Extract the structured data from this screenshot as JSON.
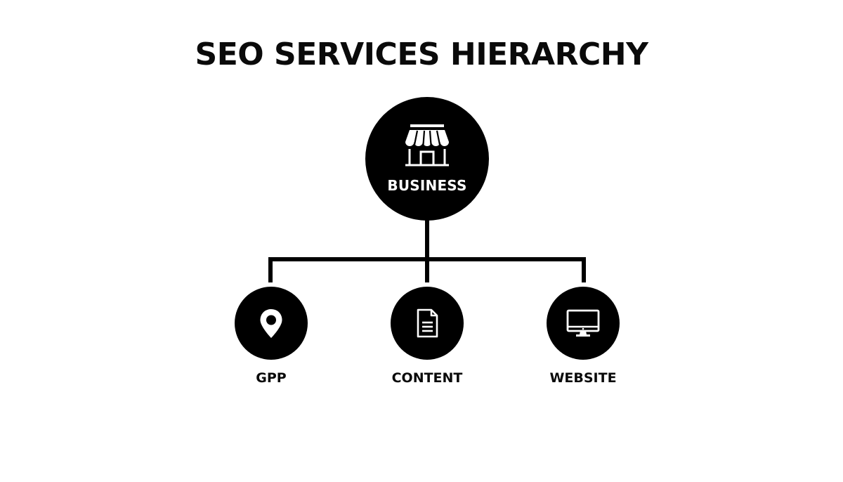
{
  "title": "SEO SERVICES HIERARCHY",
  "root": {
    "label": "BUSINESS",
    "icon": "storefront-icon"
  },
  "children": [
    {
      "label": "GPP",
      "icon": "map-pin-icon"
    },
    {
      "label": "CONTENT",
      "icon": "document-icon"
    },
    {
      "label": "WEBSITE",
      "icon": "monitor-icon"
    }
  ],
  "colors": {
    "node_fill": "#000000",
    "icon_color": "#ffffff",
    "line_color": "#000000",
    "background": "#ffffff"
  }
}
